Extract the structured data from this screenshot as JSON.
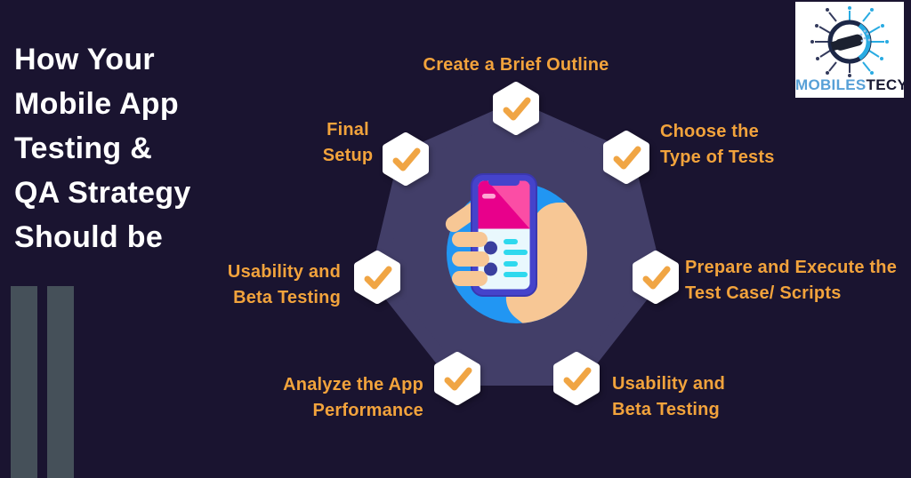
{
  "title": {
    "text": "How Your\nMobile App\nTesting &\nQA Strategy\nShould be"
  },
  "logo": {
    "brand_primary": "MOBILES",
    "brand_secondary": "TECY",
    "emblem": "handshake-circuit-icon"
  },
  "diagram": {
    "shape": "heptagon",
    "center_icon": "hand-holding-phone",
    "badge_icon": "checkmark-icon",
    "steps": [
      {
        "id": "create-outline",
        "label": "Create a Brief Outline"
      },
      {
        "id": "choose-tests",
        "label": "Choose the\nType of Tests"
      },
      {
        "id": "prepare-execute",
        "label": "Prepare and Execute the\nTest Case/ Scripts"
      },
      {
        "id": "usability-beta-bottom",
        "label": "Usability and\nBeta Testing"
      },
      {
        "id": "analyze-performance",
        "label": "Analyze the App\nPerformance"
      },
      {
        "id": "usability-beta-left",
        "label": "Usability and\nBeta Testing"
      },
      {
        "id": "final-setup",
        "label": "Final\nSetup"
      }
    ]
  },
  "colors": {
    "background": "#1A1430",
    "accent_orange": "#F2A33C",
    "title_white": "#FFFFFF",
    "heptagon": "#423E68",
    "circle_blue": "#2196F3",
    "badge_white": "#FFFFFF",
    "check_orange": "#F0A544",
    "phone_frame": "#4543CB",
    "phone_screen": "#E9F8FD",
    "phone_pink": "#E8008B",
    "phone_pink_light": "#FB4DA5",
    "list_bullet": "#393F9E",
    "list_line": "#2ED9EE",
    "hand_skin": "#F7C795",
    "decor_bar": "#455059",
    "logo_blue": "#57A0D7",
    "logo_dark": "#191932"
  }
}
